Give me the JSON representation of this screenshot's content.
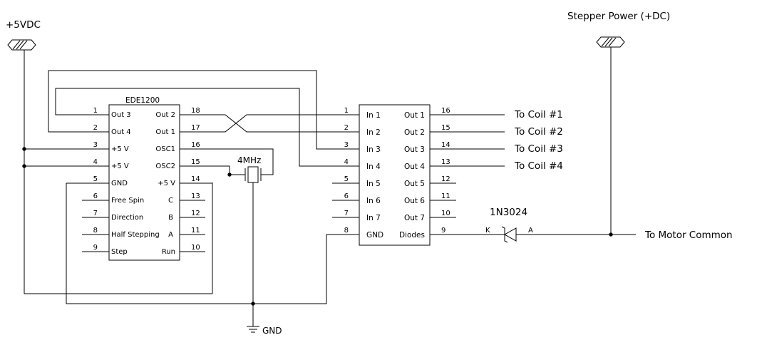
{
  "power": {
    "vcc_label": "+5VDC",
    "stepper_label": "Stepper Power (+DC)"
  },
  "ede1200": {
    "title": "EDE1200",
    "left_pins": [
      {
        "num": "1",
        "label": "Out 3"
      },
      {
        "num": "2",
        "label": "Out 4"
      },
      {
        "num": "3",
        "label": "+5 V"
      },
      {
        "num": "4",
        "label": "+5 V"
      },
      {
        "num": "5",
        "label": "GND"
      },
      {
        "num": "6",
        "label": "Free Spin"
      },
      {
        "num": "7",
        "label": "Direction"
      },
      {
        "num": "8",
        "label": "Half Stepping"
      },
      {
        "num": "9",
        "label": "Step"
      }
    ],
    "right_pins": [
      {
        "num": "18",
        "label": "Out 2"
      },
      {
        "num": "17",
        "label": "Out 1"
      },
      {
        "num": "16",
        "label": "OSC1"
      },
      {
        "num": "15",
        "label": "OSC2"
      },
      {
        "num": "14",
        "label": "+5 V"
      },
      {
        "num": "13",
        "label": "C"
      },
      {
        "num": "12",
        "label": "B"
      },
      {
        "num": "11",
        "label": "A"
      },
      {
        "num": "10",
        "label": "Run"
      }
    ]
  },
  "crystal": {
    "label": "4MHz"
  },
  "driver": {
    "left_pins": [
      {
        "num": "1",
        "label": "In 1"
      },
      {
        "num": "2",
        "label": "In 2"
      },
      {
        "num": "3",
        "label": "In 3"
      },
      {
        "num": "4",
        "label": "In 4"
      },
      {
        "num": "5",
        "label": "In 5"
      },
      {
        "num": "6",
        "label": "In 6"
      },
      {
        "num": "7",
        "label": "In 7"
      },
      {
        "num": "8",
        "label": "GND"
      }
    ],
    "right_pins": [
      {
        "num": "16",
        "label": "Out 1"
      },
      {
        "num": "15",
        "label": "Out 2"
      },
      {
        "num": "14",
        "label": "Out 3"
      },
      {
        "num": "13",
        "label": "Out 4"
      },
      {
        "num": "12",
        "label": "Out 5"
      },
      {
        "num": "11",
        "label": "Out 6"
      },
      {
        "num": "10",
        "label": "Out 7"
      },
      {
        "num": "9",
        "label": "Diodes"
      }
    ]
  },
  "coils": [
    "To Coil #1",
    "To Coil #2",
    "To Coil #3",
    "To Coil #4"
  ],
  "diode": {
    "part": "1N3024",
    "cathode": "K",
    "anode": "A"
  },
  "motor_common": "To Motor Common",
  "ground": "GND"
}
